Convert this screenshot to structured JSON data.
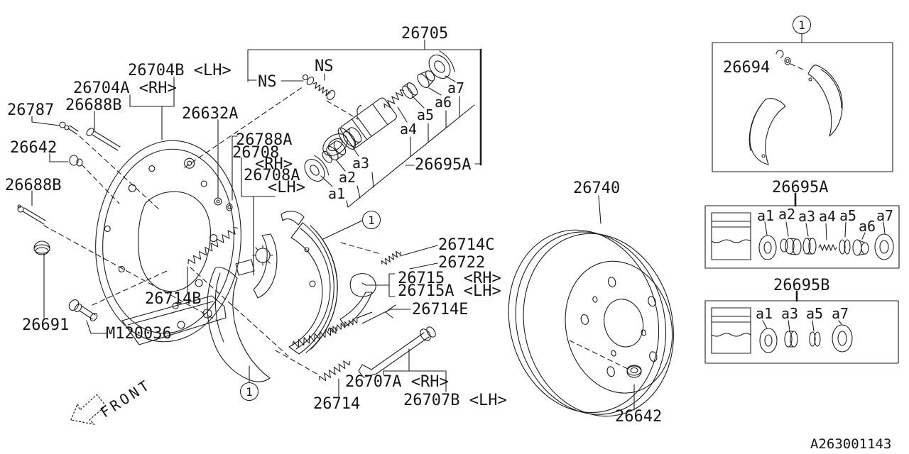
{
  "meta": {
    "drawing_code": "A263001143",
    "front_indicator": "FRONT"
  },
  "parts": {
    "wheel_cylinder_assy": "26705",
    "ns_left": "NS",
    "ns_right": "NS",
    "backing_plate_lh": "26704B <LH>",
    "backing_plate_rh": "26704A <RH>",
    "bleeder_screw": "26787",
    "bolt_upper": "26688B",
    "plug_upper": "26642",
    "bolt_lower": "26688B",
    "retainer_clip": "26632A",
    "shoe_washer": "26788A",
    "adjuster_rh": "26708",
    "adjuster_rh_side": "<RH>",
    "adjuster_lh": "26708A",
    "adjuster_lh_side": "<LH>",
    "cylinder_repair_kit_ref": "26695A",
    "brake_drum": "26740",
    "shoe_set": "26694",
    "kit_a_title": "26695A",
    "kit_b_title": "26695B",
    "shoe_spring_upper": "26714C",
    "spring_washer": "26722",
    "lever_rh": "26715  <RH>",
    "lever_lh": "26715A <LH>",
    "adjusting_screw": "26714E",
    "shoe_spring_front": "26714B",
    "plug_lower": "26691",
    "bolt_m": "M120036",
    "shoe_spring_lower": "26714",
    "strut_rh": "26707A <RH>",
    "strut_lh": "26707B <LH>",
    "drum_nut": "26642"
  },
  "callout_refs": {
    "shoe_kit_box": "1",
    "shoe_mid": "1",
    "shoe_bottom": "1"
  },
  "cylinder_callouts": [
    "a1",
    "a2",
    "a3",
    "a4",
    "a5",
    "a6",
    "a7"
  ],
  "kit_a_callouts": [
    "a1",
    "a2",
    "a3",
    "a4",
    "a5",
    "a6",
    "a7"
  ],
  "kit_b_callouts": [
    "a1",
    "a3",
    "a5",
    "a7"
  ]
}
